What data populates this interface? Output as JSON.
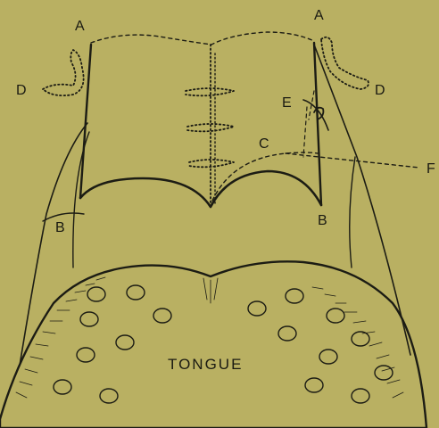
{
  "colors": {
    "background": "#b9b062",
    "ink": "#1c1c14"
  },
  "labels": {
    "a_left": "A",
    "a_right": "A",
    "b_left": "B",
    "b_right": "B",
    "c": "C",
    "d_left": "D",
    "d_right": "D",
    "e": "E",
    "f": "F",
    "tongue": "TONGUE"
  }
}
